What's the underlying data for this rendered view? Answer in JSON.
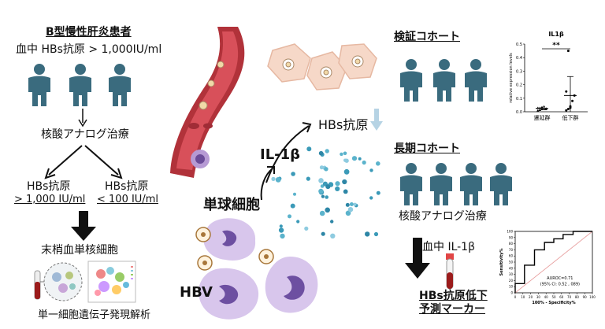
{
  "left": {
    "title": "B型慢性肝炎患者",
    "serum_label": "血中 HBs抗原 > 1,000IU/ml",
    "treatment": "核酸アナログ治療",
    "branch_left_label": "HBs抗原",
    "branch_left_value": "> 1,000 IU/ml",
    "branch_right_label": "HBs抗原",
    "branch_right_value": "< 100 IU/ml",
    "pbmc": "末梢血単核細胞",
    "analysis": "単一細胞遺伝子発現解析"
  },
  "middle": {
    "hbs_antigen": "HBs抗原",
    "il1b": "IL-1β",
    "monocyte": "単球細胞",
    "hbv": "HBV"
  },
  "right": {
    "validation_cohort": "検証コホート",
    "chart_title": "IL1β",
    "chart_ylabel": "relative expression levels",
    "significance": "**",
    "long_term_cohort": "長期コホート",
    "treatment": "核酸アナログ治療",
    "serum_il1b": "血中 IL-1β",
    "marker_line1": "HBs抗原低下",
    "marker_line2": "予測マーカー",
    "roc_ylabel": "Sensitivity%",
    "roc_xlabel": "100% - Specificity%",
    "roc_auroc": "AUROC=0.71",
    "roc_ci": "(95% CI: 0.52 , 089)"
  },
  "chart_data": [
    {
      "type": "scatter",
      "title": "IL1β",
      "ylabel": "relative expression levels",
      "xlabel": "",
      "categories": [
        "遷延群",
        "低下群"
      ],
      "y_ticks": [
        "0.0",
        "0.1",
        "0.2",
        "0.3",
        "0.4",
        "0.5"
      ],
      "ylim": [
        0,
        0.5
      ],
      "groups": [
        {
          "category": "遷延群",
          "values": [
            0.01,
            0.015,
            0.02,
            0.02,
            0.025,
            0.03,
            0.03,
            0.035,
            0.04,
            0.02,
            0.01,
            0.015
          ],
          "mean": 0.025
        },
        {
          "category": "低下群",
          "values": [
            0.01,
            0.02,
            0.04,
            0.08,
            0.12,
            0.15,
            0.45,
            0.03
          ],
          "mean": 0.12,
          "error_top": 0.26,
          "error_bottom": 0.0
        }
      ],
      "annotation": "**"
    },
    {
      "type": "line",
      "xlabel": "100% - Specificity%",
      "ylabel": "Sensitivity%",
      "x_ticks": [
        "0",
        "10",
        "20",
        "30",
        "40",
        "50",
        "60",
        "70",
        "80",
        "90",
        "100"
      ],
      "y_ticks": [
        "0",
        "10",
        "20",
        "30",
        "40",
        "50",
        "60",
        "70",
        "80",
        "90",
        "100"
      ],
      "xlim": [
        0,
        100
      ],
      "ylim": [
        0,
        100
      ],
      "series": [
        {
          "x": [
            0,
            0,
            12,
            12,
            25,
            25,
            38,
            38,
            50,
            50,
            62,
            62,
            75,
            75,
            100
          ],
          "y": [
            0,
            15,
            15,
            45,
            45,
            70,
            70,
            82,
            82,
            88,
            88,
            95,
            95,
            100,
            100
          ]
        }
      ],
      "annotations": [
        "AUROC=0.71",
        "(95% CI: 0.52 , 089)"
      ]
    }
  ]
}
